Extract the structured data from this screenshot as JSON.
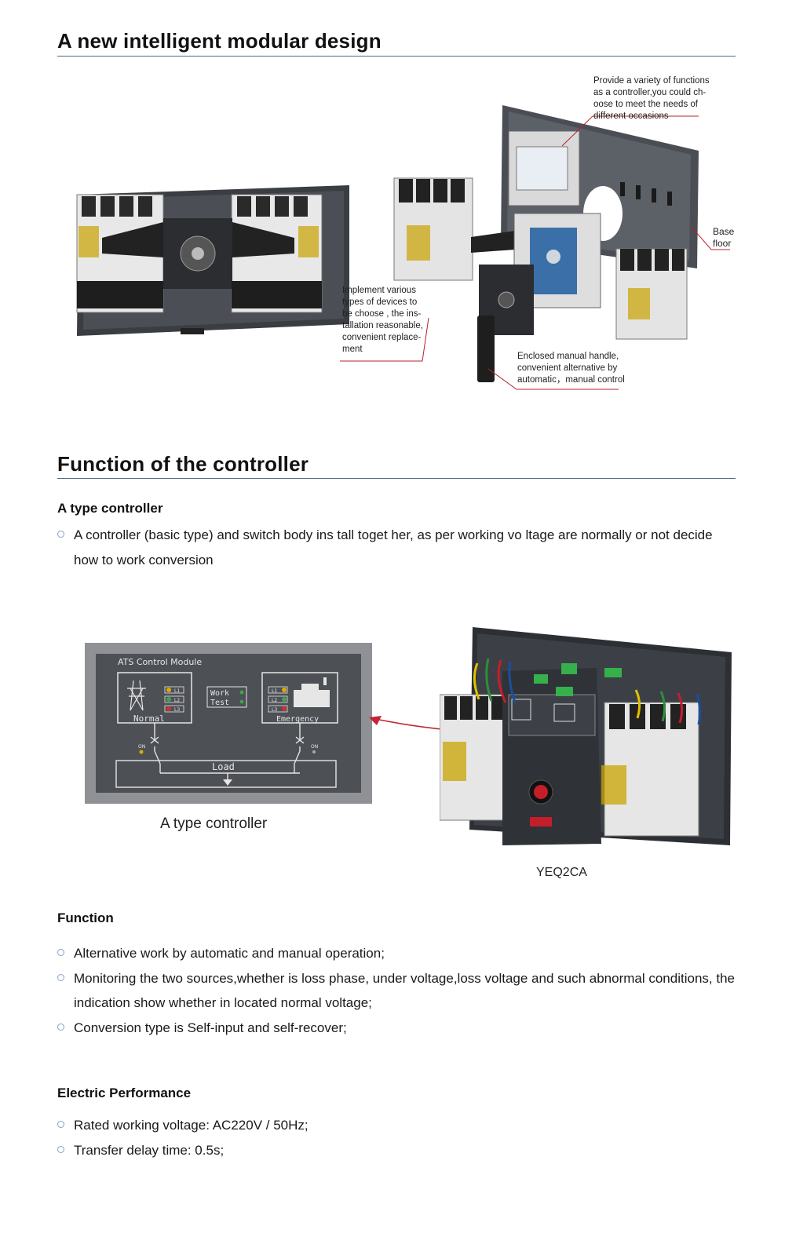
{
  "section1": {
    "title": "A new intelligent modular design",
    "callouts": {
      "controller": "Provide a variety of functions\nas a controller,you could ch-\noose to meet the needs of\ndifferent occasions",
      "base": "Base\nfloor",
      "devices": "Implement various\ntypes of devices to\nbe choose , the ins-\ntallation reasonable,\nconvenient replace-\nment",
      "handle": "Enclosed manual handle,\nconvenient alternative by\nautomatic，manual control"
    }
  },
  "section2": {
    "title": "Function of the controller",
    "a_type": {
      "heading": "A type controller",
      "bullets": [
        "A controller (basic type) and switch body ins tall toget her, as per  working vo ltage are normally or not decide how to work conversion"
      ]
    },
    "module": {
      "title": "ATS Control Module",
      "normal": "Normal",
      "emergency": "Emergency",
      "work": "Work",
      "test": "Test",
      "load": "Load",
      "on_left": "ON",
      "on_right": "ON",
      "l1": "L1",
      "l2": "L2",
      "l3": "L3"
    },
    "caption_controller": "A type controller",
    "caption_product": "YEQ2CA",
    "function": {
      "heading": "Function",
      "bullets": [
        "Alternative work by automatic and manual operation;",
        "Monitoring the two sources,whether is loss  phase, under voltage,loss voltage and such abnormal conditions, the indication show whether in located normal voltage;",
        "Conversion type is Self-input and self-recover;"
      ]
    },
    "electric": {
      "heading": "Electric Performance",
      "bullets": [
        "Rated working voltage: AC220V / 50Hz;",
        "Transfer delay time: 0.5s;"
      ]
    }
  }
}
